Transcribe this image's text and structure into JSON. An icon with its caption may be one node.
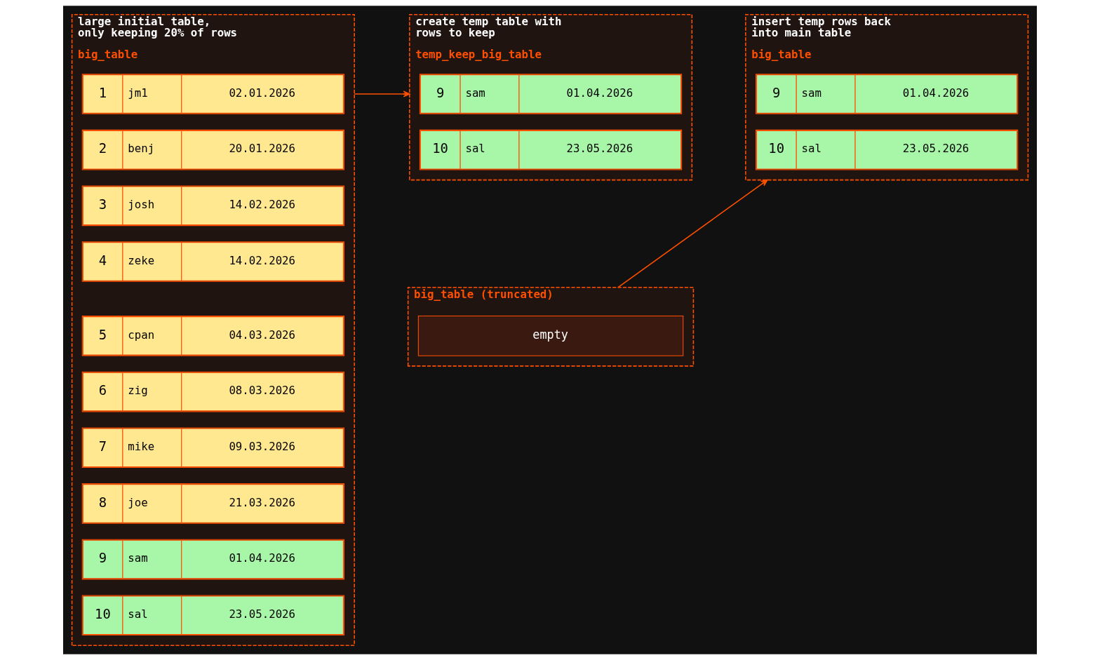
{
  "diagram": {
    "nodes": [
      {
        "text": [
          "large initial table, only keeping 20% of rows",
          "big_table"
        ]
      },
      {
        "text": [
          "1",
          "jm1",
          "02.01.2026"
        ],
        "in": 0
      },
      {
        "text": [
          "2",
          "benj",
          "20.01.2026"
        ],
        "in": 0
      },
      {
        "text": [
          "3",
          "josh",
          "14.02.2026"
        ],
        "in": 0
      },
      {
        "text": [
          "4",
          "zeke",
          "14.02.2026"
        ],
        "in": 0
      },
      {
        "text": [
          "5",
          "cpan",
          "04.03.2026"
        ],
        "in": 0
      },
      {
        "text": [
          "6",
          "zig",
          "08.03.2026"
        ],
        "in": 0
      },
      {
        "text": [
          "7",
          "mike",
          "09.03.2026"
        ],
        "in": 0
      },
      {
        "text": [
          "8",
          "joe",
          "21.03.2026"
        ],
        "in": 0
      },
      {
        "text": [
          "9",
          "sam",
          "01.04.2026"
        ],
        "in": 0
      },
      {
        "text": [
          "10",
          "sal",
          "23.05.2026"
        ],
        "in": 0
      },
      {
        "text": [
          "create temp table with rows to keep",
          "temp_keep_big_table"
        ]
      },
      {
        "text": [
          "9",
          "sam",
          "01.04.2026"
        ],
        "in": 11
      },
      {
        "text": [
          "10",
          "sal",
          "23.05.2026"
        ],
        "in": 11
      },
      {
        "text": [
          "big_table (truncated)"
        ]
      },
      {
        "text": [
          "empty"
        ],
        "in": 14
      },
      {
        "text": [
          "insert temp rows back into main table",
          "big_table"
        ]
      },
      {
        "text": [
          "9",
          "sam",
          "01.04.2026"
        ],
        "in": 16
      },
      {
        "text": [
          "10",
          "sal",
          "23.05.2026"
        ],
        "in": 16
      }
    ],
    "edges": [
      {
        "from": 0,
        "to": 11,
        "arrow": "to"
      },
      {
        "from": 14,
        "to": 16,
        "arrow": "to"
      }
    ]
  }
}
